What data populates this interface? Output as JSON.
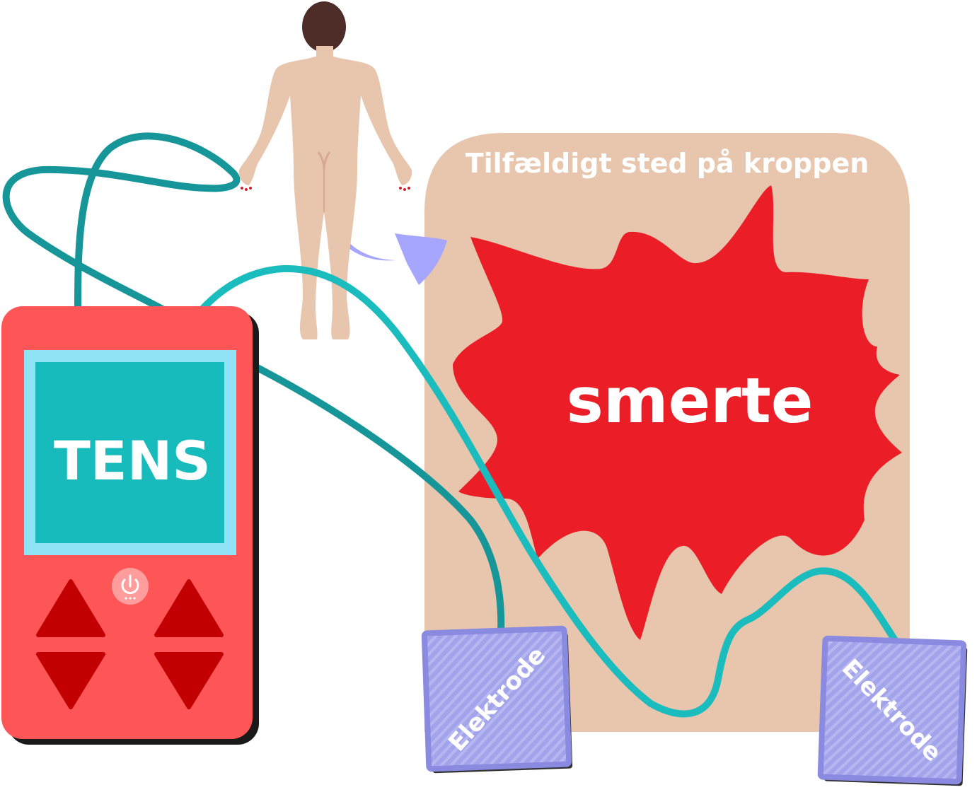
{
  "labels": {
    "region_title": "Tilfældigt sted på kroppen",
    "pain": "smerte",
    "device": "TENS",
    "electrode_left": "Elektrode",
    "electrode_right": "Elektrode"
  },
  "colors": {
    "skin_panel": "#E8C6AE",
    "pain_burst": "#EB1E27",
    "device_body": "#FE5657",
    "device_screen_frame": "#8FE3F4",
    "device_screen": "#17BBBC",
    "device_buttons": "#C20004",
    "cable_dark": "#17969A",
    "cable_light": "#1BBCBD",
    "electrode_fill": "#A3A3EB",
    "electrode_border": "#8A8AE0",
    "arrow": "#A6A6FF",
    "body_skin": "#E8C6AE",
    "hair": "#4E2D28"
  },
  "icons": {
    "power": "power-icon",
    "up_left": "arrow-up-icon",
    "down_left": "arrow-down-icon",
    "up_right": "arrow-up-icon",
    "down_right": "arrow-down-icon",
    "pointer": "curved-arrow-icon",
    "figure": "human-body-icon"
  }
}
